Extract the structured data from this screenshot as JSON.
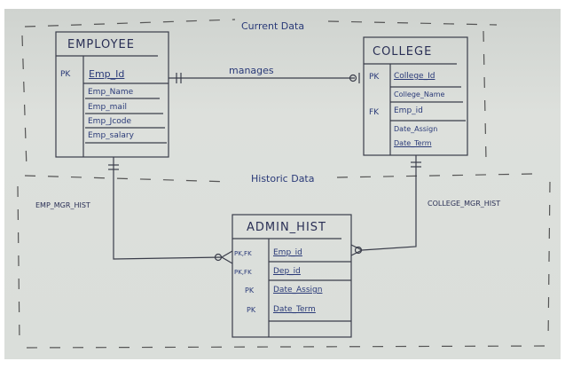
{
  "sections": {
    "current": "Current Data",
    "historic": "Historic Data"
  },
  "employee": {
    "title": "EMPLOYEE",
    "pk_label": "PK",
    "pk": "Emp_Id",
    "attributes": [
      "Emp_Name",
      "Emp_mail",
      "Emp_Jcode",
      "Emp_salary"
    ]
  },
  "college": {
    "title": "COLLEGE",
    "pk_label": "PK",
    "pk": "College_Id",
    "fk_label": "FK",
    "attributes": [
      "College_Name",
      "Emp_id",
      "Date_Assign",
      "Date_Term"
    ]
  },
  "admin_hist": {
    "title": "ADMIN_HIST",
    "rows": [
      {
        "key": "PK,FK",
        "name": "Emp_id"
      },
      {
        "key": "PK,FK",
        "name": "Dep_id"
      },
      {
        "key": "PK",
        "name": "Date_Assign"
      },
      {
        "key": "PK",
        "name": "Date_Term"
      }
    ]
  },
  "relationships": {
    "manages": "manages",
    "emp_mgr_hist": "EMP_MGR_HIST",
    "college_mgr_hist": "COLLEGE_MGR_HIST"
  }
}
